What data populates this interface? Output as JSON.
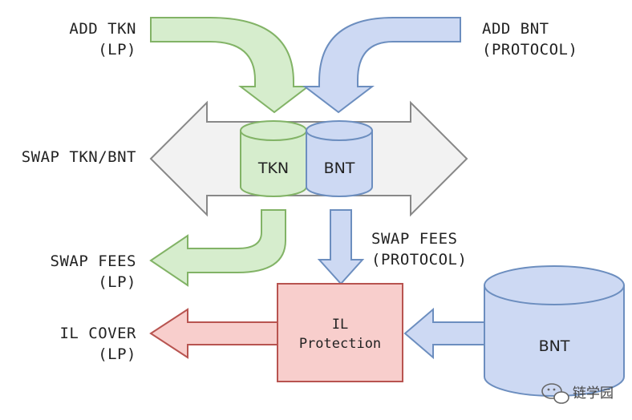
{
  "labels": {
    "add_tkn_line1": "ADD TKN",
    "add_tkn_line2": "(LP)",
    "add_bnt_line1": "ADD BNT",
    "add_bnt_line2": "(PROTOCOL)",
    "swap": "SWAP TKN/BNT",
    "swap_fees_lp_line1": "SWAP FEES",
    "swap_fees_lp_line2": "(LP)",
    "swap_fees_protocol_line1": "SWAP FEES",
    "swap_fees_protocol_line2": "(PROTOCOL)",
    "il_cover_line1": "IL COVER",
    "il_cover_line2": "(LP)"
  },
  "nodes": {
    "tkn_pool": "TKN",
    "bnt_pool": "BNT",
    "il_line1": "IL",
    "il_line2": "Protection",
    "bnt_reserve": "BNT"
  },
  "watermark": "链学园",
  "colors": {
    "green_fill": "#d6edcd",
    "green_stroke": "#82b366",
    "blue_fill": "#cdd9f3",
    "blue_stroke": "#6c8ebf",
    "red_fill": "#f8cecc",
    "red_stroke": "#b85450",
    "gray_fill": "#f2f2f2",
    "gray_stroke": "#888888"
  }
}
